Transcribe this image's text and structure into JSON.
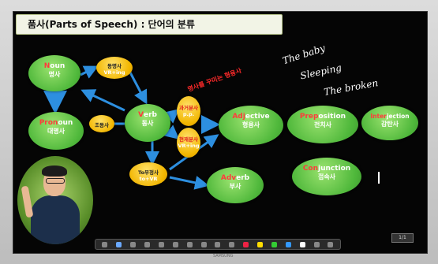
{
  "title": "품사(Parts of Speech) : 단어의 분류",
  "nodes": {
    "noun": {
      "first": "N",
      "rest": "oun",
      "ko": "명사"
    },
    "pronoun": {
      "first": "Pron",
      "rest": "oun",
      "ko": "대명사"
    },
    "verb": {
      "first": "V",
      "rest": "erb",
      "ko": "동사"
    },
    "adjective": {
      "first": "Adj",
      "rest": "ective",
      "ko": "형용사"
    },
    "adverb": {
      "first": "Adv",
      "rest": "erb",
      "ko": "부사"
    },
    "preposition": {
      "first": "Prep",
      "rest": "osition",
      "ko": "전치사"
    },
    "interjection": {
      "first": "Inter",
      "rest": "jection",
      "ko": "감탄사"
    },
    "conjunction": {
      "first": "Con",
      "rest": "junction",
      "ko": "접속사"
    }
  },
  "small_nodes": {
    "gerund": {
      "ko": "동명사",
      "sub": "VR+ing"
    },
    "auxiliary": {
      "ko": "조동사"
    },
    "infinitive": {
      "ko": "To부정사",
      "sub": "to+VR"
    },
    "past_participle": {
      "ko": "과거분사",
      "sub": "p.p."
    },
    "present_participle": {
      "ko": "현재분사",
      "sub": "VR+ing"
    }
  },
  "handwriting": {
    "red_note": "명사를 꾸미는 형용사",
    "line1": "The baby",
    "line2": "Sleeping",
    "line3": "The broken"
  },
  "page_indicator": "1/1",
  "brand": "SAMSUNG"
}
